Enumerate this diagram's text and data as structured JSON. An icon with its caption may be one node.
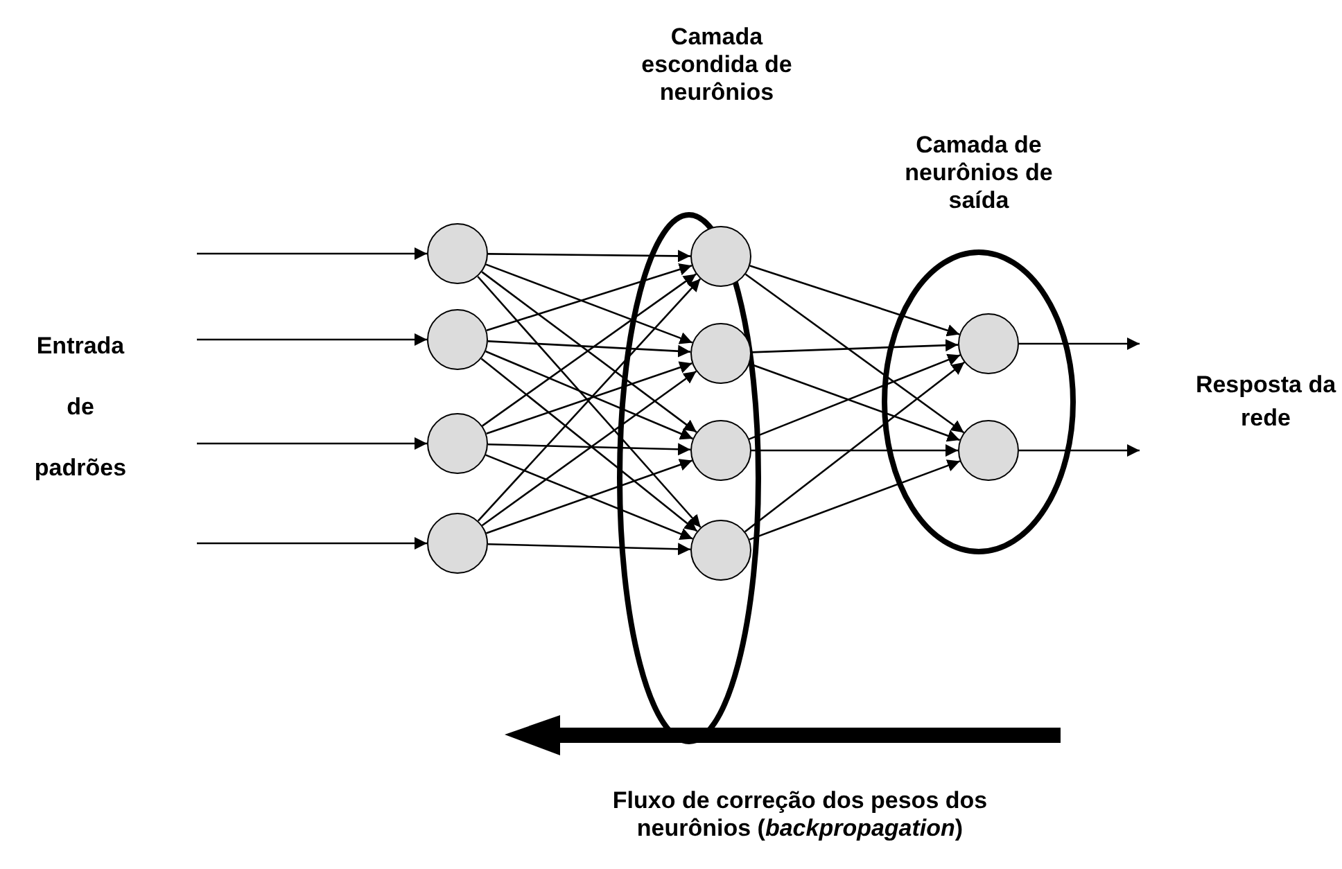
{
  "diagram": {
    "nodes": [
      {
        "text": [],
        "shape": "circle"
      },
      {
        "text": [],
        "shape": "circle"
      },
      {
        "text": [],
        "shape": "circle"
      },
      {
        "text": [],
        "shape": "circle"
      },
      {
        "text": [
          "Camada escondida de neurônios"
        ]
      },
      {
        "text": [],
        "shape": "circle",
        "in": 4
      },
      {
        "text": [],
        "shape": "circle",
        "in": 4
      },
      {
        "text": [],
        "shape": "circle",
        "in": 4
      },
      {
        "text": [],
        "shape": "circle",
        "in": 4
      },
      {
        "text": [
          "Camada de neurônios de saída"
        ]
      },
      {
        "text": [],
        "shape": "circle",
        "in": 9
      },
      {
        "text": [],
        "shape": "circle",
        "in": 9
      }
    ],
    "edges": [
      {
        "from": null,
        "to": 0,
        "arrow": "to"
      },
      {
        "from": null,
        "to": 1,
        "arrow": "to"
      },
      {
        "from": null,
        "to": 2,
        "arrow": "to"
      },
      {
        "from": null,
        "to": 3,
        "arrow": "to"
      },
      {
        "from": 0,
        "to": 5,
        "arrow": "to"
      },
      {
        "from": 0,
        "to": 6,
        "arrow": "to"
      },
      {
        "from": 0,
        "to": 7,
        "arrow": "to"
      },
      {
        "from": 0,
        "to": 8,
        "arrow": "to"
      },
      {
        "from": 1,
        "to": 5,
        "arrow": "to"
      },
      {
        "from": 1,
        "to": 6,
        "arrow": "to"
      },
      {
        "from": 1,
        "to": 7,
        "arrow": "to"
      },
      {
        "from": 1,
        "to": 8,
        "arrow": "to"
      },
      {
        "from": 2,
        "to": 5,
        "arrow": "to"
      },
      {
        "from": 2,
        "to": 6,
        "arrow": "to"
      },
      {
        "from": 2,
        "to": 7,
        "arrow": "to"
      },
      {
        "from": 2,
        "to": 8,
        "arrow": "to"
      },
      {
        "from": 3,
        "to": 5,
        "arrow": "to"
      },
      {
        "from": 3,
        "to": 6,
        "arrow": "to"
      },
      {
        "from": 3,
        "to": 7,
        "arrow": "to"
      },
      {
        "from": 3,
        "to": 8,
        "arrow": "to"
      },
      {
        "from": 5,
        "to": 10,
        "arrow": "to"
      },
      {
        "from": 5,
        "to": 11,
        "arrow": "to"
      },
      {
        "from": 6,
        "to": 10,
        "arrow": "to"
      },
      {
        "from": 6,
        "to": 11,
        "arrow": "to"
      },
      {
        "from": 7,
        "to": 10,
        "arrow": "to"
      },
      {
        "from": 7,
        "to": 11,
        "arrow": "to"
      },
      {
        "from": 8,
        "to": 10,
        "arrow": "to"
      },
      {
        "from": 8,
        "to": 11,
        "arrow": "to"
      },
      {
        "from": 10,
        "to": null,
        "arrow": "to"
      },
      {
        "from": 11,
        "to": null,
        "arrow": "to"
      }
    ],
    "labels": [
      "Entrada de padrões",
      "Resposta da rede",
      "Fluxo de correção dos pesos dos neurônios (*backpropagation*)"
    ]
  }
}
